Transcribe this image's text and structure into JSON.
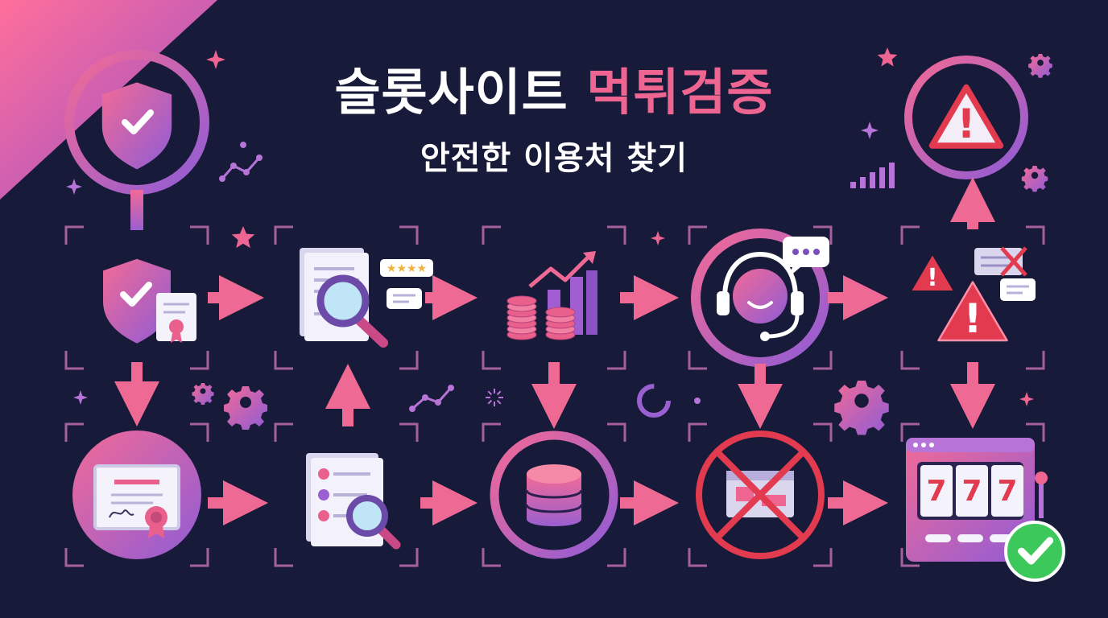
{
  "title": {
    "line1_main": "슬롯사이트",
    "line1_accent": "먹튀검증",
    "line2": "안전한 이용처 찾기"
  },
  "colors": {
    "background": "#171a38",
    "pink": "#ef6592",
    "purple": "#9a5fd0",
    "warning_red": "#e23a4f",
    "success_green": "#3cc85a"
  },
  "slot_reels": [
    "7",
    "7",
    "7"
  ],
  "icons": [
    "shield-check-icon",
    "shield-certificate-icon",
    "document-search-review-icon",
    "coins-growth-chart-icon",
    "customer-support-headset-icon",
    "warning-alerts-icon",
    "warning-triangle-icon",
    "certificate-icon",
    "user-list-search-icon",
    "database-icon",
    "blocked-site-icon",
    "slot-machine-icon",
    "success-check-icon",
    "gear-icon",
    "sparkle-icon",
    "bar-chart-icon",
    "line-graph-icon",
    "loading-ring-icon"
  ]
}
